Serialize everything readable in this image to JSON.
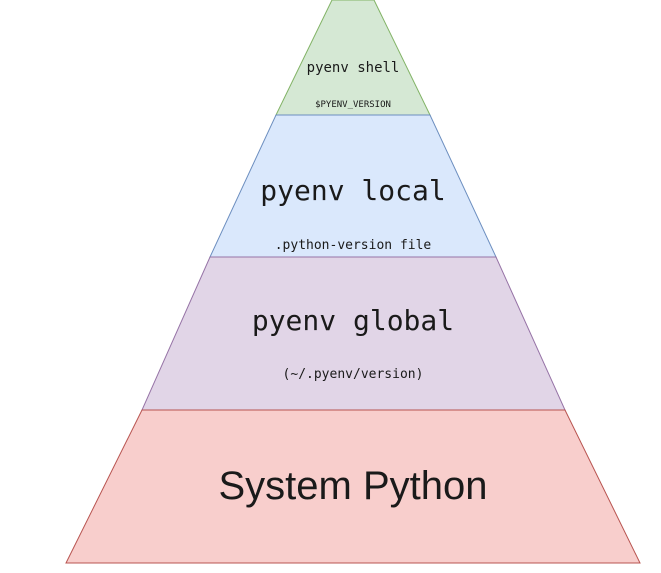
{
  "layers": [
    {
      "id": "shell",
      "title": "pyenv shell",
      "subtitle": "$PYENV_VERSION",
      "fill": "#d5e8d4",
      "stroke": "#82b366"
    },
    {
      "id": "local",
      "title": "pyenv local",
      "subtitle": ".python-version file",
      "fill": "#dae8fc",
      "stroke": "#6c8ebf"
    },
    {
      "id": "global",
      "title": "pyenv global",
      "subtitle": "(~/.pyenv/version)",
      "fill": "#e1d5e7",
      "stroke": "#9673a6"
    },
    {
      "id": "system",
      "title": "System Python",
      "subtitle": "",
      "fill": "#f8cecc",
      "stroke": "#b85450"
    }
  ]
}
